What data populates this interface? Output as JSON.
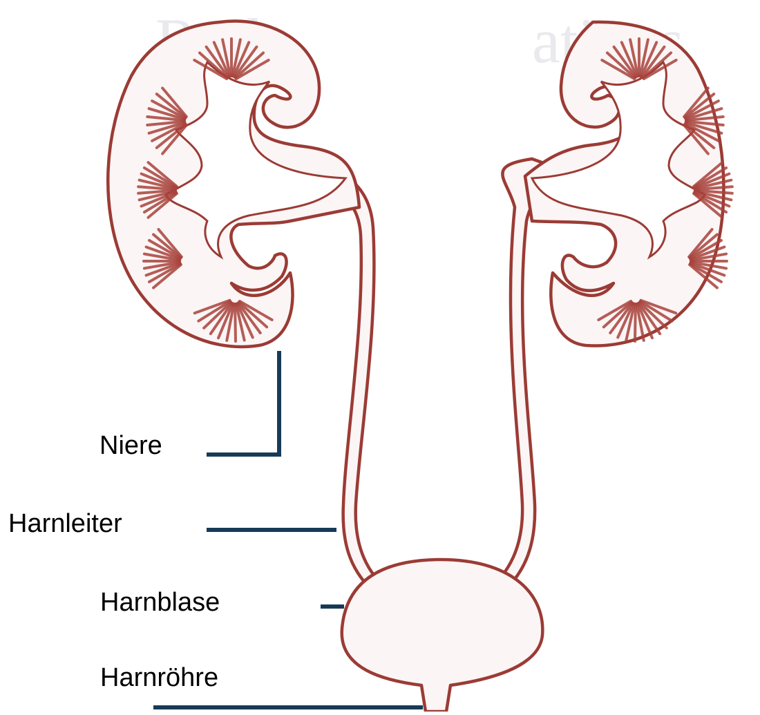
{
  "watermark": {
    "left_fragment": "Roth",
    "right_fragment": "ations"
  },
  "labels": {
    "niere": "Niere",
    "harnleiter": "Harnleiter",
    "harnblase": "Harnblase",
    "harnroehre": "Harnröhre"
  },
  "colors": {
    "organ_outline": "#9b3b35",
    "organ_fill": "#fbf5f5",
    "ray": "#a8433c",
    "leader_line": "#173a57",
    "label_text": "#000000",
    "watermark": "#e9e9ee"
  }
}
